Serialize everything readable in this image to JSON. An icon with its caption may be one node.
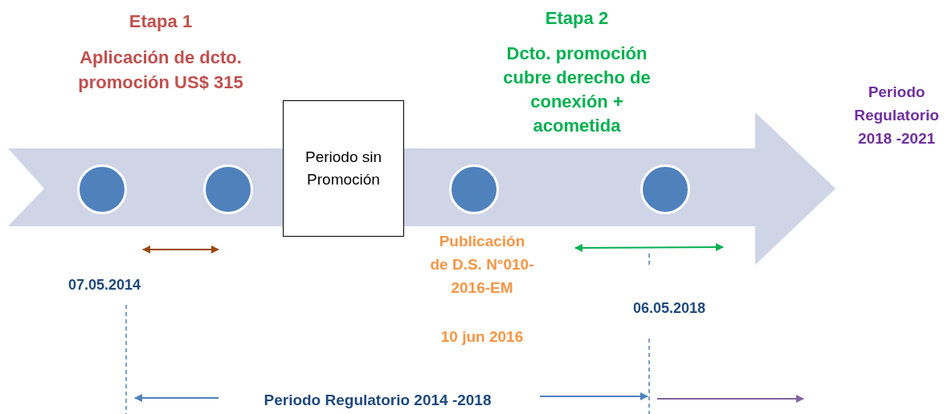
{
  "diagram": {
    "nodes": [
      {
        "text": [],
        "shape": "circle"
      },
      {
        "text": [],
        "shape": "circle"
      },
      {
        "text": [
          "Periodo sin Promoción"
        ]
      },
      {
        "text": [],
        "shape": "circle"
      },
      {
        "text": [],
        "shape": "circle"
      }
    ],
    "edges": [],
    "labels": [
      "Etapa 1",
      "Aplicación de dcto. promoción US$ 315",
      "Etapa 2",
      "Dcto. promoción cubre derecho de conexión + acometida",
      "Periodo Regulatorio 2018 -2021",
      "Publicación de D.S. N°010- 2016-EM",
      "10 jun 2016",
      "07.05.2014",
      "06.05.2018",
      "Periodo Regulatorio 2014 -2018"
    ]
  }
}
